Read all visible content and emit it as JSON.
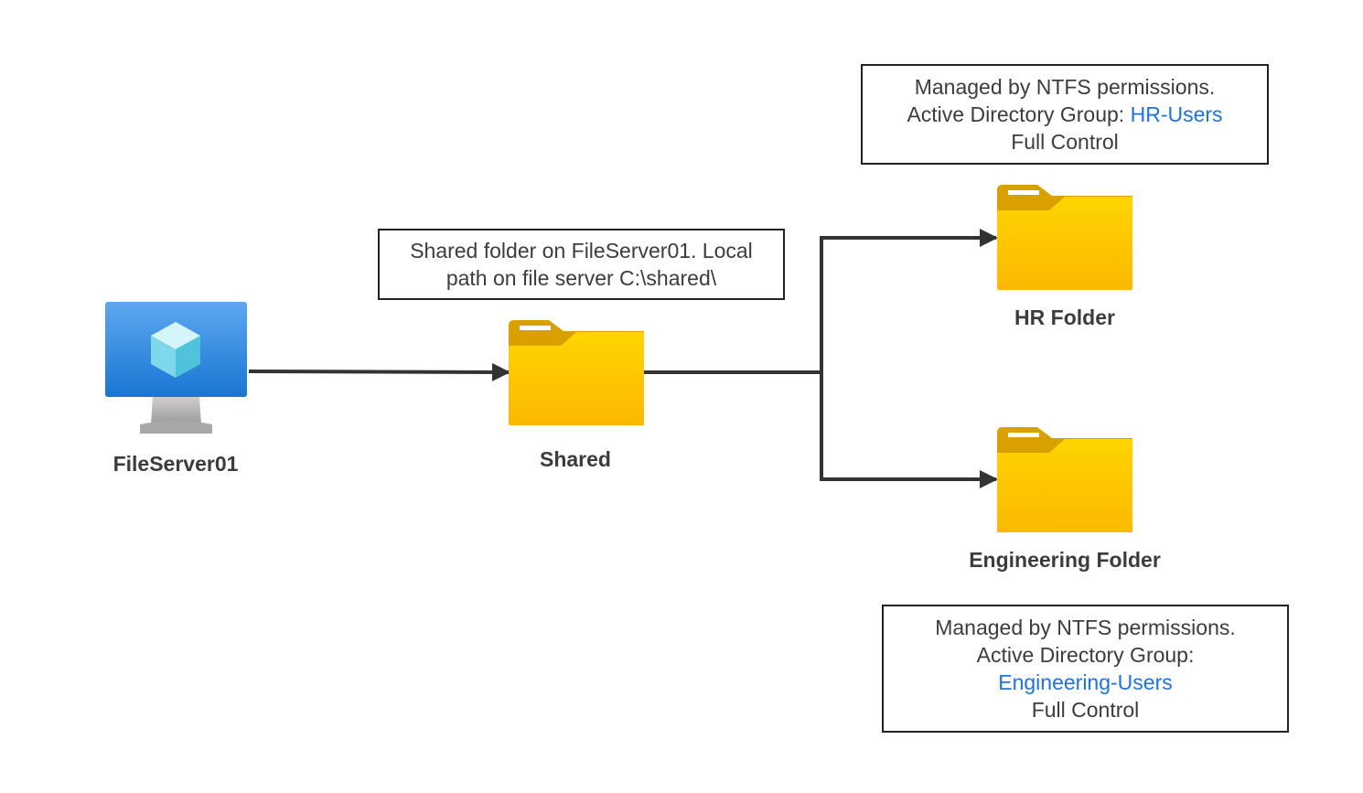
{
  "nodes": {
    "server": {
      "label": "FileServer01",
      "icon": "virtual-machine-icon"
    },
    "shared": {
      "label": "Shared",
      "icon": "folder-icon"
    },
    "hr": {
      "label": "HR Folder",
      "icon": "folder-icon"
    },
    "engineering": {
      "label": "Engineering Folder",
      "icon": "folder-icon"
    }
  },
  "notes": {
    "shared": {
      "line1": "Shared folder on FileServer01. Local",
      "line2": "path on file server C:\\shared\\"
    },
    "hr": {
      "line1": "Managed by NTFS permissions.",
      "line2_prefix": "Active Directory Group: ",
      "group": "HR-Users",
      "line3": "Full Control"
    },
    "engineering": {
      "line1": "Managed by NTFS permissions.",
      "line2": "Active Directory Group:",
      "group": "Engineering-Users",
      "line3": "Full Control"
    }
  },
  "colors": {
    "folder_front": "#fcc200",
    "folder_back": "#d9a000",
    "highlight": "#1a73e8",
    "monitor": "#1e88e5",
    "connector": "#333333"
  }
}
